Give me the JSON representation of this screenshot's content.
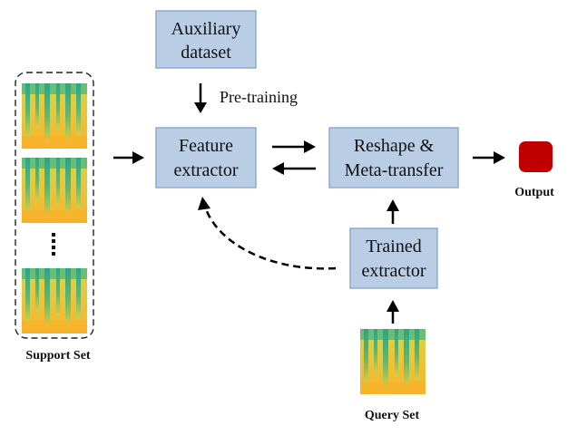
{
  "colors": {
    "box_fill": "#b9cde5",
    "box_stroke": "#8eaacd",
    "output_fill": "#c00000",
    "arrow": "#000000"
  },
  "boxes": {
    "auxiliary_line1": "Auxiliary",
    "auxiliary_line2": "dataset",
    "feature_line1": "Feature",
    "feature_line2": "extractor",
    "reshape_line1": "Reshape &",
    "reshape_line2": "Meta-transfer",
    "trained_line1": "Trained",
    "trained_line2": "extractor"
  },
  "labels": {
    "pretraining": "Pre-training",
    "output": "Output",
    "support_set": "Support Set",
    "query_set": "Query Set"
  },
  "icons": {
    "spectrogram": "spectrogram-image",
    "ellipsis": "vertical-ellipsis"
  }
}
